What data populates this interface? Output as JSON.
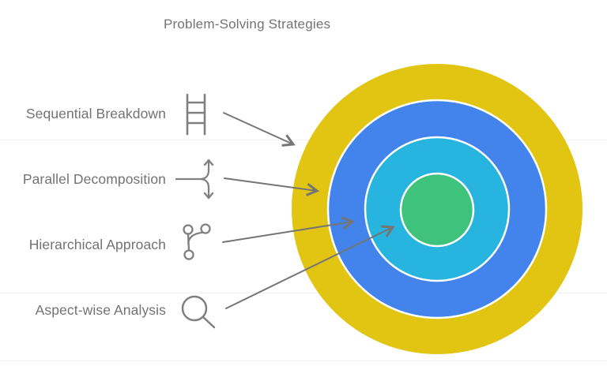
{
  "title": "Problem-Solving Strategies",
  "diagram": {
    "type": "concentric-rings",
    "items": [
      {
        "label": "Sequential Breakdown",
        "icon": "ladder-icon",
        "ring": "outer",
        "ring_color": "#E2C512"
      },
      {
        "label": "Parallel Decomposition",
        "icon": "split-arrows-icon",
        "ring": "second",
        "ring_color": "#4284EC"
      },
      {
        "label": "Hierarchical Approach",
        "icon": "git-branch-icon",
        "ring": "third",
        "ring_color": "#27B4DF"
      },
      {
        "label": "Aspect-wise Analysis",
        "icon": "magnifier-icon",
        "ring": "center",
        "ring_color": "#3EC27C"
      }
    ]
  },
  "colors": {
    "text": "#737373",
    "arrow": "#757575",
    "icon": "#808080",
    "ring_border": "#ffffff",
    "background": "#ffffff"
  }
}
